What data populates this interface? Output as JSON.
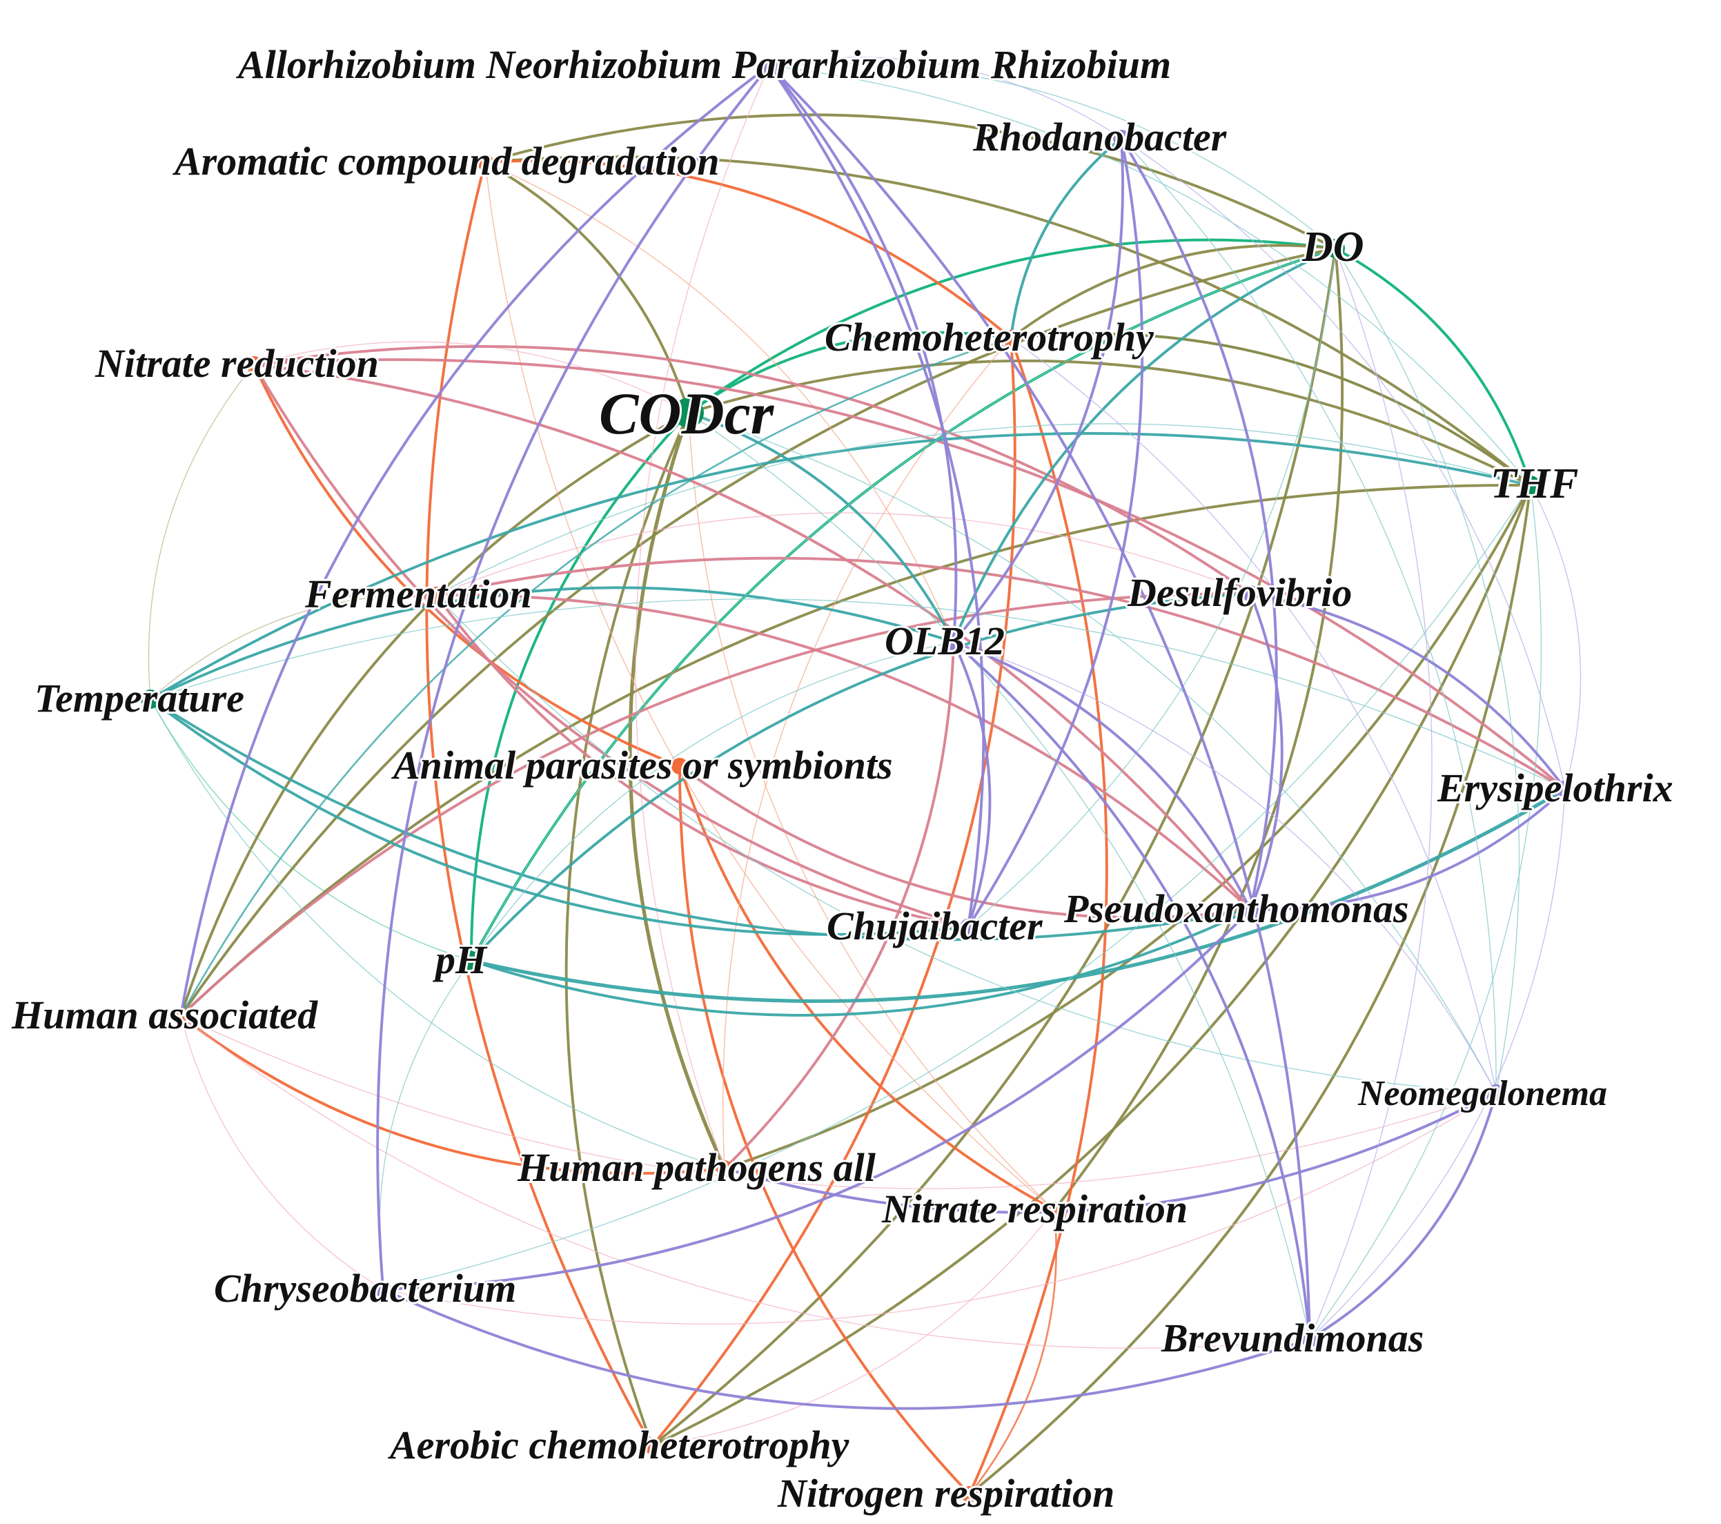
{
  "colors": {
    "environment": "#0a8f5a",
    "function": "#f26a38",
    "genus": "#8e82d6"
  },
  "nodes": [
    {
      "id": "allorhizobium",
      "label": "Allorhizobium Neorhizobium Pararhizobium Rhizobium",
      "group": "genus"
    },
    {
      "id": "aromatic",
      "label": "Aromatic compound degradation",
      "group": "function"
    },
    {
      "id": "rhodanobacter",
      "label": "Rhodanobacter",
      "group": "genus"
    },
    {
      "id": "do",
      "label": "DO",
      "group": "environment"
    },
    {
      "id": "chemohet",
      "label": "Chemoheterotrophy",
      "group": "function"
    },
    {
      "id": "nitrate_red",
      "label": "Nitrate reduction",
      "group": "function"
    },
    {
      "id": "codcr",
      "label": "CODcr",
      "group": "environment"
    },
    {
      "id": "thf",
      "label": "THF",
      "group": "environment"
    },
    {
      "id": "fermentation",
      "label": "Fermentation",
      "group": "function"
    },
    {
      "id": "olb12",
      "label": "OLB12",
      "group": "genus"
    },
    {
      "id": "desulfovibrio",
      "label": "Desulfovibrio",
      "group": "genus"
    },
    {
      "id": "temperature",
      "label": "Temperature",
      "group": "environment"
    },
    {
      "id": "animal",
      "label": "Animal parasites or symbionts",
      "group": "function"
    },
    {
      "id": "erysipelothrix",
      "label": "Erysipelothrix",
      "group": "genus"
    },
    {
      "id": "pseudoxanth",
      "label": "Pseudoxanthomonas",
      "group": "genus"
    },
    {
      "id": "chujaibacter",
      "label": "Chujaibacter",
      "group": "genus"
    },
    {
      "id": "ph",
      "label": "pH",
      "group": "environment"
    },
    {
      "id": "human_assoc",
      "label": "Human associated",
      "group": "function"
    },
    {
      "id": "neomegalonema",
      "label": "Neomegalonema",
      "group": "genus"
    },
    {
      "id": "human_path",
      "label": "Human pathogens all",
      "group": "function"
    },
    {
      "id": "nitrate_resp",
      "label": "Nitrate respiration",
      "group": "function"
    },
    {
      "id": "chryseobacterium",
      "label": "Chryseobacterium",
      "group": "genus"
    },
    {
      "id": "brevundimonas",
      "label": "Brevundimonas",
      "group": "genus"
    },
    {
      "id": "aerobic",
      "label": "Aerobic chemoheterotrophy",
      "group": "function"
    },
    {
      "id": "nitrogen_resp",
      "label": "Nitrogen respiration",
      "group": "function"
    }
  ],
  "edges": [
    [
      "codcr",
      "do",
      "#10b37a",
      3
    ],
    [
      "codcr",
      "ph",
      "#10b37a",
      3
    ],
    [
      "do",
      "thf",
      "#10b37a",
      3
    ],
    [
      "codcr",
      "chemohet",
      "#10b37a",
      3
    ],
    [
      "ph",
      "do",
      "#10b37a",
      3
    ],
    [
      "chemohet",
      "thf",
      "#10b37a",
      2
    ],
    [
      "temperature",
      "ph",
      "#5fcf9f",
      1
    ],
    [
      "aromatic",
      "codcr",
      "#8a8a4a",
      3
    ],
    [
      "aromatic",
      "do",
      "#8a8a4a",
      3
    ],
    [
      "aromatic",
      "thf",
      "#8a8a4a",
      3
    ],
    [
      "codcr",
      "thf",
      "#8a8a4a",
      3
    ],
    [
      "chemohet",
      "do",
      "#8a8a4a",
      3
    ],
    [
      "chemohet",
      "thf",
      "#8a8a4a",
      3
    ],
    [
      "codcr",
      "human_path",
      "#8a8a4a",
      4
    ],
    [
      "codcr",
      "human_assoc",
      "#8a8a4a",
      3
    ],
    [
      "do",
      "aerobic",
      "#8a8a4a",
      3
    ],
    [
      "do",
      "nitrate_resp",
      "#8a8a4a",
      3
    ],
    [
      "do",
      "human_assoc",
      "#8a8a4a",
      3
    ],
    [
      "thf",
      "aerobic",
      "#8a8a4a",
      3
    ],
    [
      "thf",
      "human_assoc",
      "#8a8a4a",
      3
    ],
    [
      "thf",
      "nitrogen_resp",
      "#8a8a4a",
      3
    ],
    [
      "codcr",
      "aerobic",
      "#8a8a4a",
      3
    ],
    [
      "thf",
      "human_path",
      "#8a8a4a",
      3
    ],
    [
      "nitrate_red",
      "temperature",
      "#b9b98a",
      1
    ],
    [
      "temperature",
      "fermentation",
      "#b9b98a",
      1
    ],
    [
      "aromatic",
      "chemohet",
      "#f26a38",
      3
    ],
    [
      "aromatic",
      "aerobic",
      "#f26a38",
      3
    ],
    [
      "chemohet",
      "aerobic",
      "#f26a38",
      3
    ],
    [
      "chemohet",
      "nitrogen_resp",
      "#f26a38",
      3
    ],
    [
      "nitrate_red",
      "animal",
      "#f26a38",
      3
    ],
    [
      "human_assoc",
      "human_path",
      "#f26a38",
      3
    ],
    [
      "animal",
      "nitrate_resp",
      "#f26a38",
      3
    ],
    [
      "animal",
      "nitrogen_resp",
      "#f26a38",
      3
    ],
    [
      "nitrate_resp",
      "nitrogen_resp",
      "#f26a38",
      2
    ],
    [
      "aromatic",
      "nitrate_resp",
      "#f5a98a",
      1
    ],
    [
      "aromatic",
      "olb12",
      "#f5a98a",
      1
    ],
    [
      "codcr",
      "nitrate_resp",
      "#f5a98a",
      1
    ],
    [
      "chemohet",
      "human_path",
      "#f5a98a",
      1
    ],
    [
      "nitrate_red",
      "codcr",
      "#f4b3c3",
      1
    ],
    [
      "human_assoc",
      "brevundimonas",
      "#f4b3c3",
      1
    ],
    [
      "human_assoc",
      "neomegalonema",
      "#f4b3c3",
      1
    ],
    [
      "human_assoc",
      "chryseobacterium",
      "#f4b3c3",
      1
    ],
    [
      "chryseobacterium",
      "neomegalonema",
      "#f4b3c3",
      1
    ],
    [
      "fermentation",
      "desulfovibrio",
      "#f4b3c3",
      1
    ],
    [
      "aerobic",
      "nitrate_resp",
      "#f4b3c3",
      1
    ],
    [
      "allorhizobium",
      "human_path",
      "#f4b3c3",
      1
    ],
    [
      "nitrate_red",
      "desulfovibrio",
      "#d9808f",
      3
    ],
    [
      "nitrate_red",
      "erysipelothrix",
      "#d9808f",
      3
    ],
    [
      "nitrate_red",
      "pseudoxanth",
      "#d9808f",
      3
    ],
    [
      "nitrate_red",
      "chujaibacter",
      "#d9808f",
      3
    ],
    [
      "fermentation",
      "erysipelothrix",
      "#d9808f",
      3
    ],
    [
      "fermentation",
      "pseudoxanth",
      "#d9808f",
      3
    ],
    [
      "fermentation",
      "chujaibacter",
      "#d9808f",
      3
    ],
    [
      "animal",
      "pseudoxanth",
      "#d9808f",
      3
    ],
    [
      "human_assoc",
      "desulfovibrio",
      "#d9808f",
      3
    ],
    [
      "human_path",
      "olb12",
      "#d9808f",
      3
    ],
    [
      "temperature",
      "thf",
      "#3aa6a6",
      3
    ],
    [
      "temperature",
      "pseudoxanth",
      "#3aa6a6",
      3
    ],
    [
      "temperature",
      "chujaibacter",
      "#3aa6a6",
      3
    ],
    [
      "temperature",
      "olb12",
      "#3aa6a6",
      3
    ],
    [
      "ph",
      "erysipelothrix",
      "#3aa6a6",
      4
    ],
    [
      "ph",
      "pseudoxanth",
      "#3aa6a6",
      3
    ],
    [
      "ph",
      "desulfovibrio",
      "#3aa6a6",
      3
    ],
    [
      "codcr",
      "olb12",
      "#3aa6a6",
      3
    ],
    [
      "rhodanobacter",
      "chemohet",
      "#3aa6a6",
      3
    ],
    [
      "do",
      "olb12",
      "#3aa6a6",
      3
    ],
    [
      "chemohet",
      "human_assoc",
      "#3aa6a6",
      2
    ],
    [
      "thf",
      "chryseobacterium",
      "#7fc9c9",
      1
    ],
    [
      "thf",
      "fermentation",
      "#7fc9c9",
      1
    ],
    [
      "thf",
      "brevundimonas",
      "#7fc9c9",
      1
    ],
    [
      "do",
      "ph",
      "#7fc9c9",
      1
    ],
    [
      "do",
      "chujaibacter",
      "#7fc9c9",
      1
    ],
    [
      "do",
      "neomegalonema",
      "#7fc9c9",
      1
    ],
    [
      "temperature",
      "erysipelothrix",
      "#7fc9c9",
      1
    ],
    [
      "temperature",
      "human_path",
      "#7fc9c9",
      1
    ],
    [
      "ph",
      "chryseobacterium",
      "#7fc9c9",
      1
    ],
    [
      "ph",
      "olb12",
      "#7fc9c9",
      1
    ],
    [
      "codcr",
      "brevundimonas",
      "#7fc9c9",
      1
    ],
    [
      "codcr",
      "neomegalonema",
      "#7fc9c9",
      1
    ],
    [
      "allorhizobium",
      "do",
      "#7fc9c9",
      1
    ],
    [
      "allorhizobium",
      "thf",
      "#7fc9c9",
      1
    ],
    [
      "rhodanobacter",
      "neomegalonema",
      "#7fc9c9",
      1
    ],
    [
      "olb12",
      "brevundimonas",
      "#7fc9c9",
      1
    ],
    [
      "fermentation",
      "neomegalonema",
      "#7fc9c9",
      1
    ],
    [
      "allorhizobium",
      "chryseobacterium",
      "#8e82d6",
      3
    ],
    [
      "allorhizobium",
      "olb12",
      "#8e82d6",
      3
    ],
    [
      "allorhizobium",
      "chujaibacter",
      "#8e82d6",
      3
    ],
    [
      "allorhizobium",
      "brevundimonas",
      "#8e82d6",
      3
    ],
    [
      "allorhizobium",
      "human_assoc",
      "#8e82d6",
      3
    ],
    [
      "rhodanobacter",
      "olb12",
      "#8e82d6",
      3
    ],
    [
      "rhodanobacter",
      "pseudoxanth",
      "#8e82d6",
      3
    ],
    [
      "rhodanobacter",
      "chujaibacter",
      "#8e82d6",
      3
    ],
    [
      "desulfovibrio",
      "erysipelothrix",
      "#8e82d6",
      3
    ],
    [
      "desulfovibrio",
      "pseudoxanth",
      "#8e82d6",
      3
    ],
    [
      "olb12",
      "pseudoxanth",
      "#8e82d6",
      3
    ],
    [
      "olb12",
      "brevundimonas",
      "#8e82d6",
      3
    ],
    [
      "olb12",
      "chujaibacter",
      "#8e82d6",
      3
    ],
    [
      "chryseobacterium",
      "brevundimonas",
      "#8e82d6",
      3
    ],
    [
      "neomegalonema",
      "brevundimonas",
      "#8e82d6",
      3
    ],
    [
      "chryseobacterium",
      "pseudoxanth",
      "#8e82d6",
      3
    ],
    [
      "erysipelothrix",
      "pseudoxanth",
      "#8e82d6",
      3
    ],
    [
      "human_path",
      "neomegalonema",
      "#8e82d6",
      3
    ],
    [
      "allorhizobium",
      "rhodanobacter",
      "#b7b0ea",
      1
    ],
    [
      "rhodanobacter",
      "erysipelothrix",
      "#b7b0ea",
      1
    ],
    [
      "thf",
      "erysipelothrix",
      "#b7b0ea",
      1
    ],
    [
      "chemohet",
      "neomegalonema",
      "#b7b0ea",
      1
    ],
    [
      "olb12",
      "neomegalonema",
      "#b7b0ea",
      1
    ],
    [
      "do",
      "brevundimonas",
      "#b7b0ea",
      1
    ],
    [
      "erysipelothrix",
      "brevundimonas",
      "#b7b0ea",
      1
    ]
  ]
}
